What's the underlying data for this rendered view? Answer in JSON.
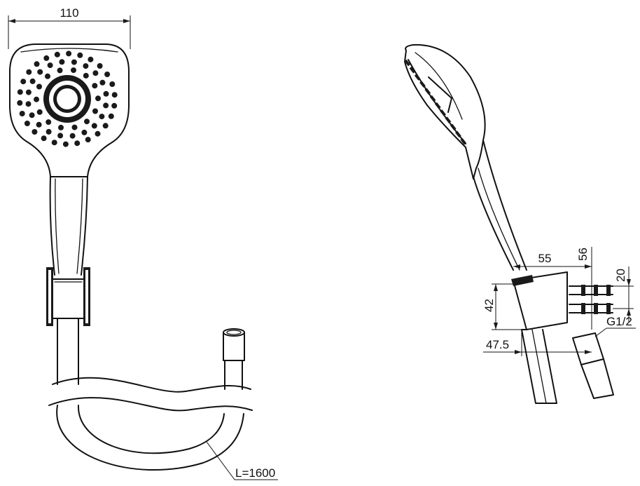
{
  "dimensions": {
    "head_width": "110",
    "hose_length": "L=1600",
    "bracket_depth": "55",
    "bracket_outer": "56",
    "inlet_spacing": "20",
    "bracket_height": "42",
    "wall_offset": "47.5",
    "thread": "G1/2"
  }
}
